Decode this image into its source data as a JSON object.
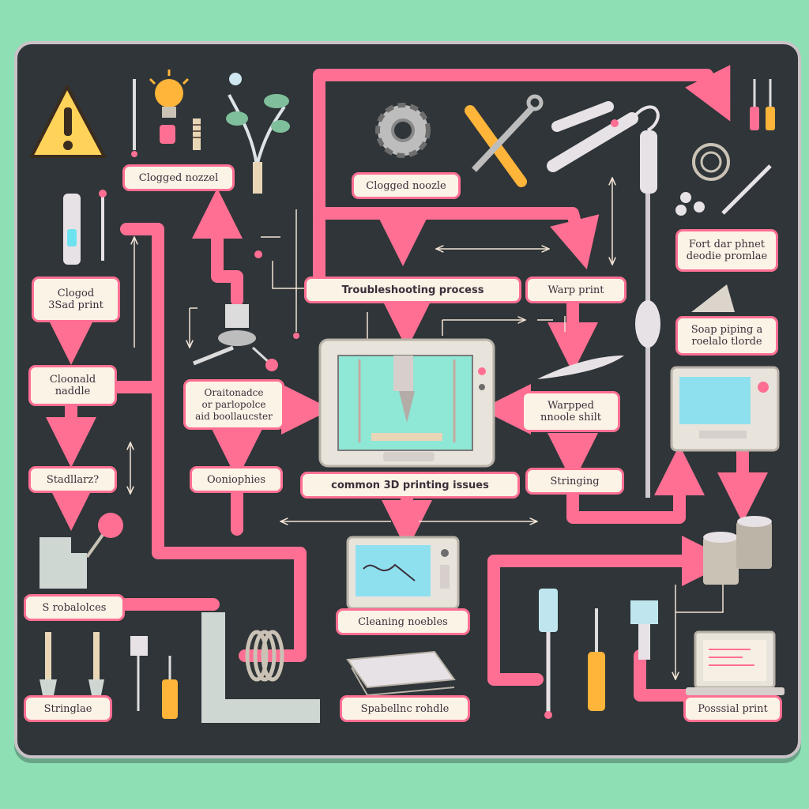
{
  "labels": {
    "clogged_nozzel_top": "Clogged nozzel",
    "clogged_nozzle_top_mid": "Clogged noozle",
    "clogged_print_left": "Clogod\n3Sad print",
    "clogged_nozzle_left": "Cloonald\nnaddle",
    "stadllarz": "Stadllarz?",
    "s_robaloces": "S robalolces",
    "stringlae": "Stringlae",
    "oraaonadee": "Oraitonadce\nor parlopolce\naid boollaucster",
    "oaniophies": "Ooniophies",
    "troubleshooting": "Troubleshooting process",
    "warp_print": "Warp print",
    "common_issues": "common 3D printing issues",
    "warpped_nozzle": "Warpped\nnnoole shilt",
    "stringing": "Stringing",
    "cleaning_nozzles": "Cleaning noebles",
    "spatula_nozzle": "Spabellnc rohdle",
    "fort_dar": "Fort dar phnet\ndeodie promlae",
    "soap_piping": "Soap piping a\nroelalo tlorde",
    "positional_print": "Posssial print"
  },
  "colors": {
    "background": "#8ee0b4",
    "board": "#2f3538",
    "pipe": "#ff6f93",
    "label_fill": "#fbf3e6"
  },
  "icons": [
    "warning-icon",
    "lightbulb-icon",
    "plant-icon",
    "gear-icon",
    "wrench-icon",
    "screwdriver-icon",
    "hotend-icon",
    "filament-spool-icon",
    "spatula-icon",
    "printer-icon",
    "monitor-icon",
    "laptop-icon",
    "pen-tool-icon"
  ]
}
